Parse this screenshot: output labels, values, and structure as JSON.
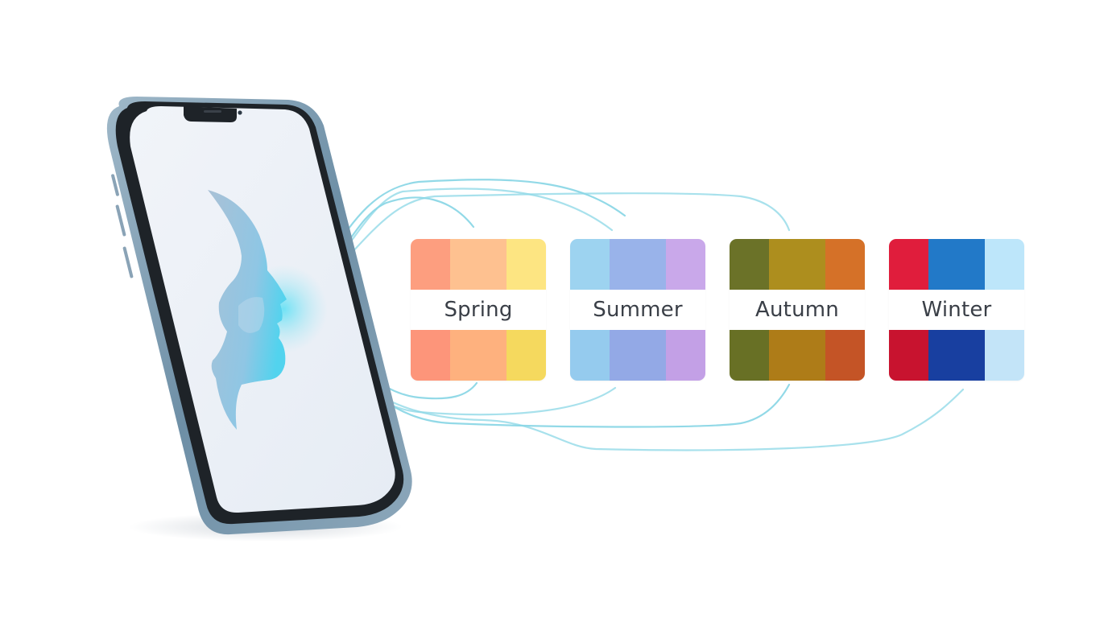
{
  "phone": {
    "face_icon": "face-profile-icon"
  },
  "palettes": [
    {
      "label": "Spring",
      "top": [
        "#FD9E7F",
        "#FEC190",
        "#FDE582"
      ],
      "bottom": [
        "#FD957A",
        "#FEB17E",
        "#F5D95E"
      ]
    },
    {
      "label": "Summer",
      "top": [
        "#9DD3F0",
        "#99B3EA",
        "#C9A8EA"
      ],
      "bottom": [
        "#95CBEE",
        "#93A9E6",
        "#C3A0E6"
      ]
    },
    {
      "label": "Autumn",
      "top": [
        "#6B7228",
        "#AD8E1E",
        "#D57128"
      ],
      "bottom": [
        "#687025",
        "#AE7C18",
        "#C45426"
      ]
    },
    {
      "label": "Winter",
      "top": [
        "#E01D3C",
        "#2279C8",
        "#BDE6FA"
      ],
      "bottom": [
        "#C8132F",
        "#183FA0",
        "#C3E4F8"
      ]
    }
  ],
  "colors": {
    "line": "#7FD3E4",
    "frame": "#6E8FA6",
    "screen": "#EAF0F7",
    "face": "#9FC7E2",
    "glow": "#4FD6EE"
  }
}
